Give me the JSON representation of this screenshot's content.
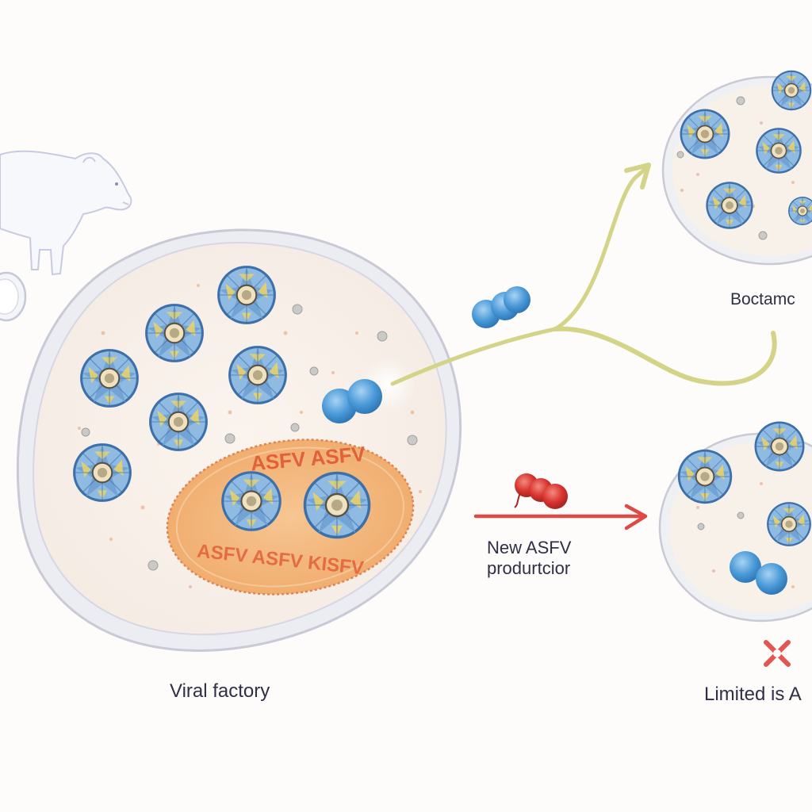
{
  "labels": {
    "viral_factory": "Viral factory",
    "top_right": "Boctamc",
    "new_production_line1": "New ASFV",
    "new_production_line2": "produrtcior",
    "limited": "Limited is A"
  },
  "factory_text": {
    "top": "ASFV ASFV",
    "bottom": "ASFV ASFV KISFV"
  },
  "colors": {
    "virion_blue": "#7faedc",
    "virion_yellow": "#e8d26a",
    "cell_fill": "#f8f1ea",
    "cell_border": "#c9cad6",
    "factory_orange": "#f2b074",
    "factory_text": "#e2603a",
    "arrow_green": "#d3d487",
    "arrow_red": "#e04a45",
    "free_virus_blue": "#4b9ad8",
    "red_virus": "#d9342f",
    "pig_outline": "#c8cbe0"
  },
  "icons": [
    "pig-icon",
    "virion-icon",
    "x-mark-icon",
    "arrow-icon"
  ]
}
